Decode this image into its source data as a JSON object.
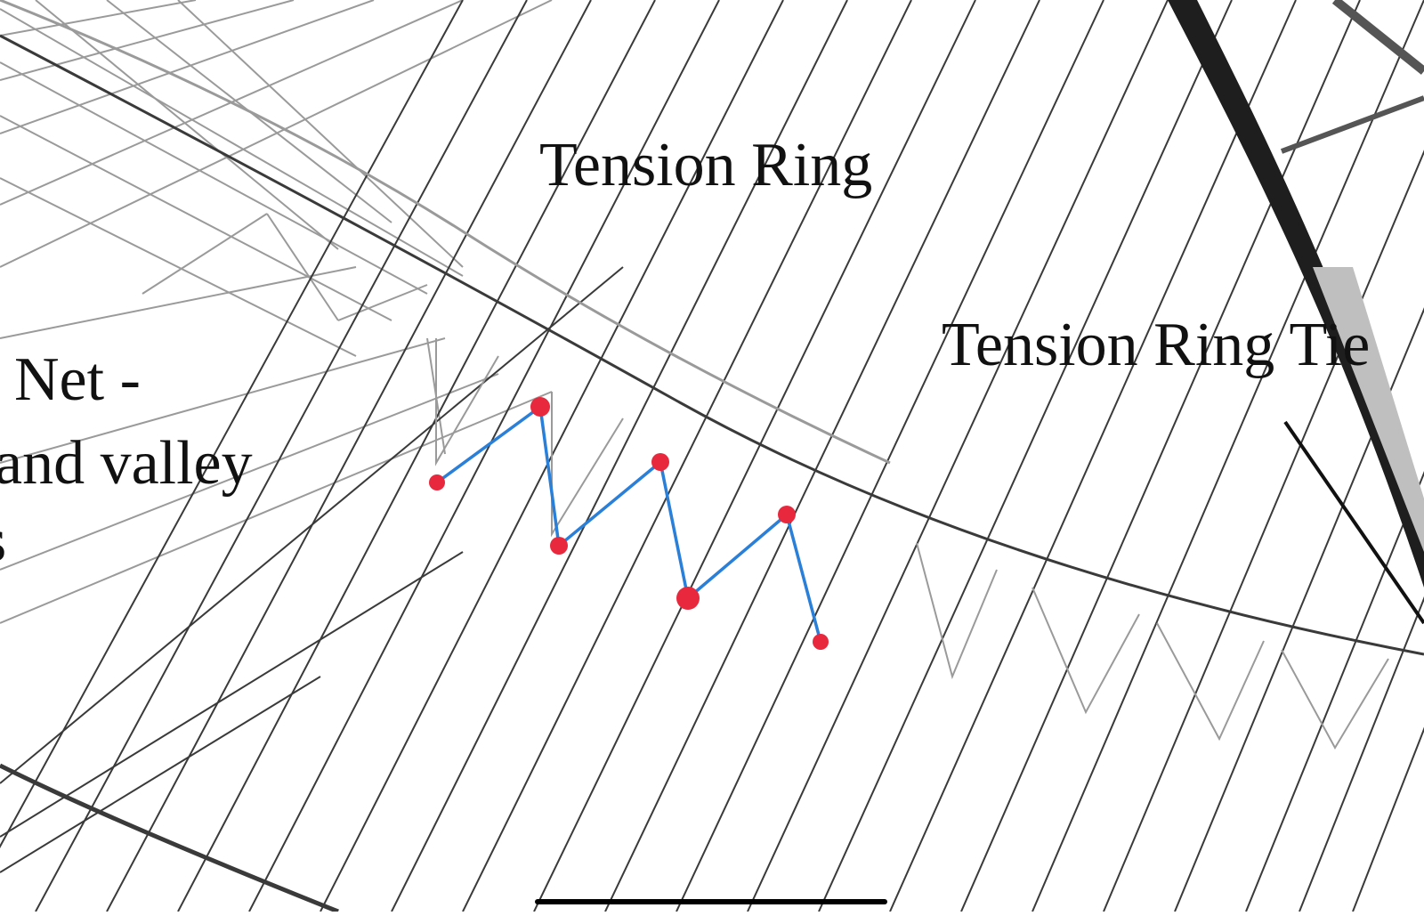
{
  "labels": {
    "tension_ring": "Tension Ring",
    "tension_ring_tie": "Tension Ring Tie",
    "net_line1": "Net -",
    "net_line2": "and valley",
    "net_line3": "s"
  },
  "annotation": {
    "point_color": "#e8283c",
    "line_color": "#2a7fd8"
  },
  "colors": {
    "structure": "#3a3a3a",
    "structure_light": "#9a9a9a",
    "frame_dark": "#1e1e1e"
  }
}
